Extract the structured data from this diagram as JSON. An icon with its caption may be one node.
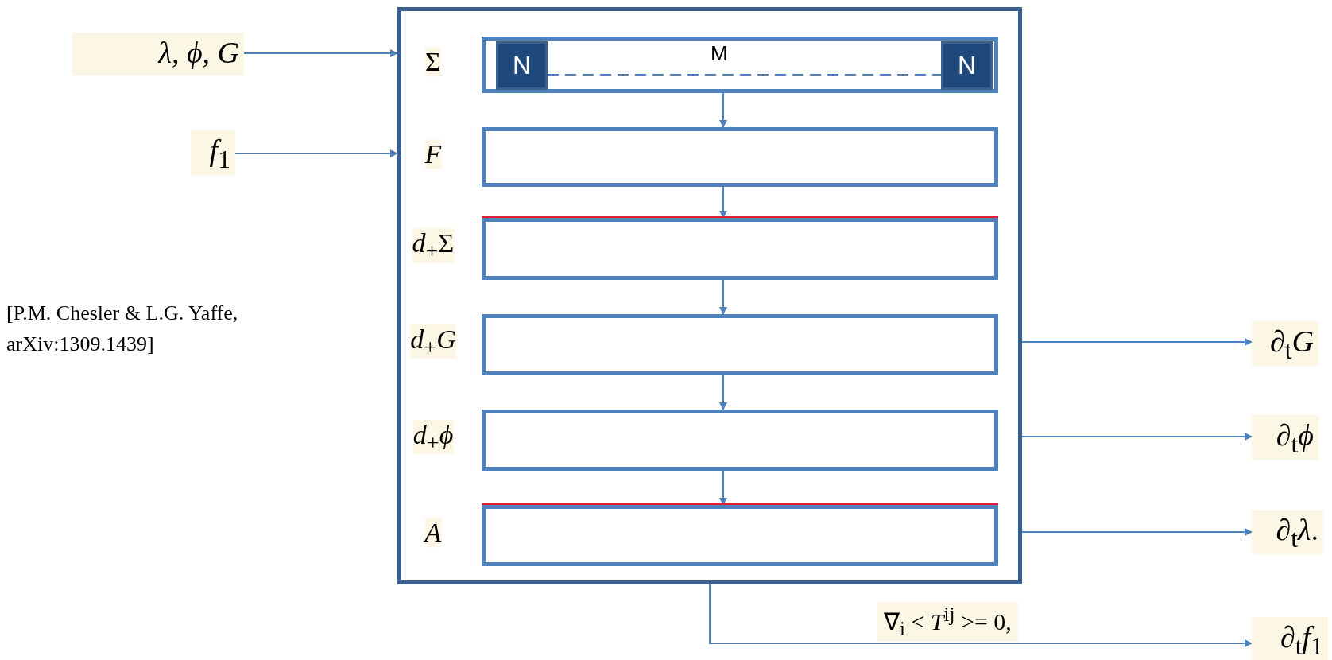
{
  "diagram": {
    "nodes": [
      {
        "text": [
          "λ,   ϕ,   G"
        ]
      },
      {
        "text": [
          "*f*$_{1}$"
        ]
      },
      {
        "text": [],
        "shape": "box"
      },
      {
        "text": [],
        "shape": "box",
        "in": 2,
        "beside": [
          "Σ"
        ]
      },
      {
        "text": [
          "N"
        ],
        "in": 3
      },
      {
        "text": [
          "N"
        ],
        "in": 3
      },
      {
        "text": [],
        "shape": "box",
        "in": 2,
        "beside": [
          "F"
        ]
      },
      {
        "text": [],
        "shape": "box",
        "in": 2,
        "beside": [
          "*d*$_{+}$Σ"
        ]
      },
      {
        "text": [],
        "shape": "box",
        "in": 2,
        "beside": [
          "*d*$_{+}$*G*"
        ]
      },
      {
        "text": [],
        "shape": "box",
        "in": 2,
        "beside": [
          "*d*$_{+}$*ϕ*"
        ]
      },
      {
        "text": [],
        "shape": "box",
        "in": 2,
        "beside": [
          "A"
        ]
      },
      {
        "text": [
          "∂$_{t}$*G*"
        ]
      },
      {
        "text": [
          "∂$_{t}$*ϕ*"
        ]
      },
      {
        "text": [
          "∂$_{t}$*λ*."
        ]
      },
      {
        "text": [
          "∂$_{t}$*f*$_{1}$"
        ]
      }
    ],
    "edges": [
      {
        "from": 0,
        "to": 2,
        "arrow": "to"
      },
      {
        "from": 1,
        "to": 2,
        "arrow": "to"
      },
      {
        "from": 4,
        "to": 5,
        "arrow": "none",
        "style": "dashed",
        "label": "M"
      },
      {
        "from": 3,
        "to": 6,
        "arrow": "to"
      },
      {
        "from": 6,
        "to": 7,
        "arrow": "to"
      },
      {
        "from": 7,
        "to": 8,
        "arrow": "to"
      },
      {
        "from": 8,
        "to": 9,
        "arrow": "to"
      },
      {
        "from": 9,
        "to": 10,
        "arrow": "to"
      },
      {
        "from": 2,
        "to": 11,
        "arrow": "to"
      },
      {
        "from": 2,
        "to": 12,
        "arrow": "to"
      },
      {
        "from": 2,
        "to": 13,
        "arrow": "to"
      },
      {
        "from": 2,
        "to": 14,
        "arrow": "to",
        "label": "∇$_{i}$ < *T*$^{ij}$ >= 0,"
      }
    ],
    "labels": [
      "[P.M. Chesler & L.G. Yaffe, arXiv:1309.1439]"
    ]
  }
}
